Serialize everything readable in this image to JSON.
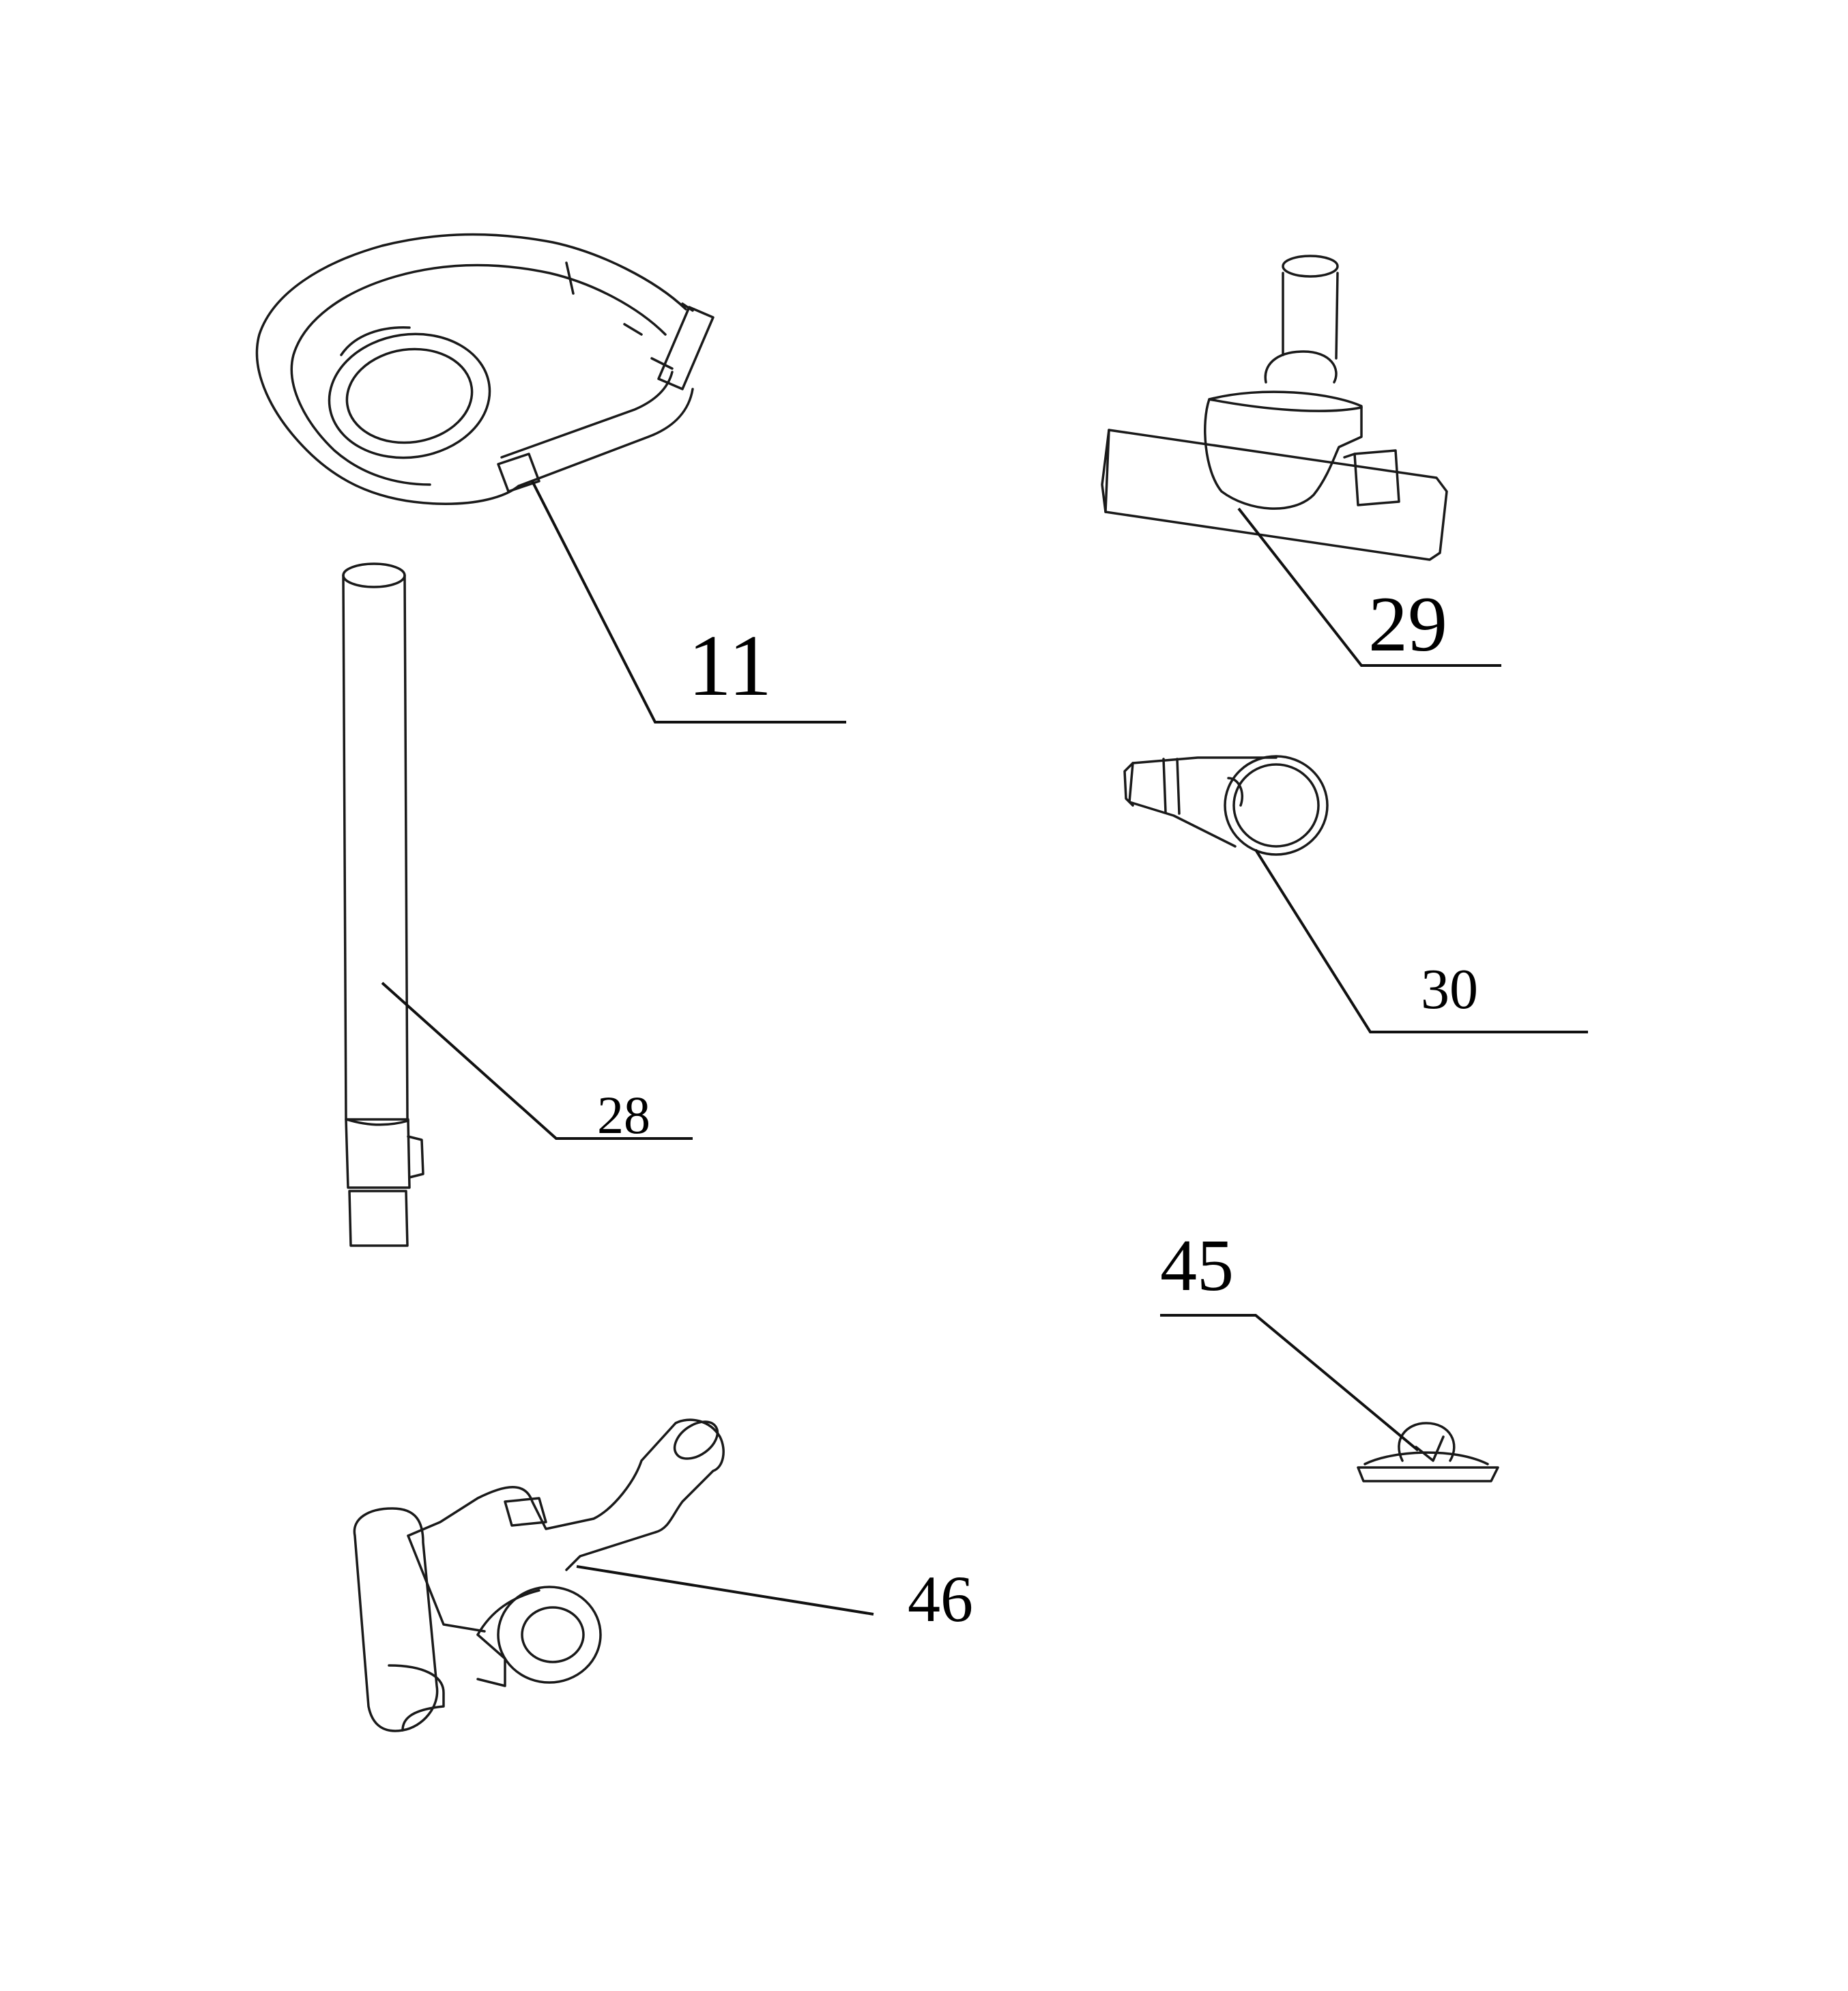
{
  "diagram": {
    "parts": [
      {
        "id": "11",
        "label": "11",
        "icon": "hose-icon"
      },
      {
        "id": "28",
        "label": "28",
        "icon": "wand-tube-icon"
      },
      {
        "id": "29",
        "label": "29",
        "icon": "floor-nozzle-icon"
      },
      {
        "id": "30",
        "label": "30",
        "icon": "crevice-tool-icon"
      },
      {
        "id": "45",
        "label": "45",
        "icon": "small-brush-icon"
      },
      {
        "id": "46",
        "label": "46",
        "icon": "turbo-brush-icon"
      }
    ]
  }
}
